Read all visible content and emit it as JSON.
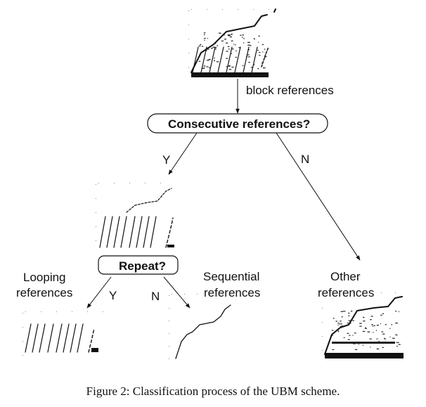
{
  "figure": {
    "caption": "Figure 2: Classification process of the UBM scheme."
  },
  "nodes": {
    "root_plot_label": "block references",
    "decision1": "Consecutive references?",
    "decision2": "Repeat?",
    "looping": [
      "Looping",
      "references"
    ],
    "sequential": [
      "Sequential",
      "references"
    ],
    "other": [
      "Other",
      "references"
    ]
  },
  "edges": {
    "d1_yes": "Y",
    "d1_no": "N",
    "d2_yes": "Y",
    "d2_no": "N"
  },
  "plots": [
    {
      "id": "block-references-plot",
      "kind": "mixed"
    },
    {
      "id": "consecutive-references-plot",
      "kind": "consecutive"
    },
    {
      "id": "looping-references-plot",
      "kind": "looping"
    },
    {
      "id": "sequential-references-plot",
      "kind": "sequential"
    },
    {
      "id": "other-references-plot",
      "kind": "other"
    }
  ]
}
